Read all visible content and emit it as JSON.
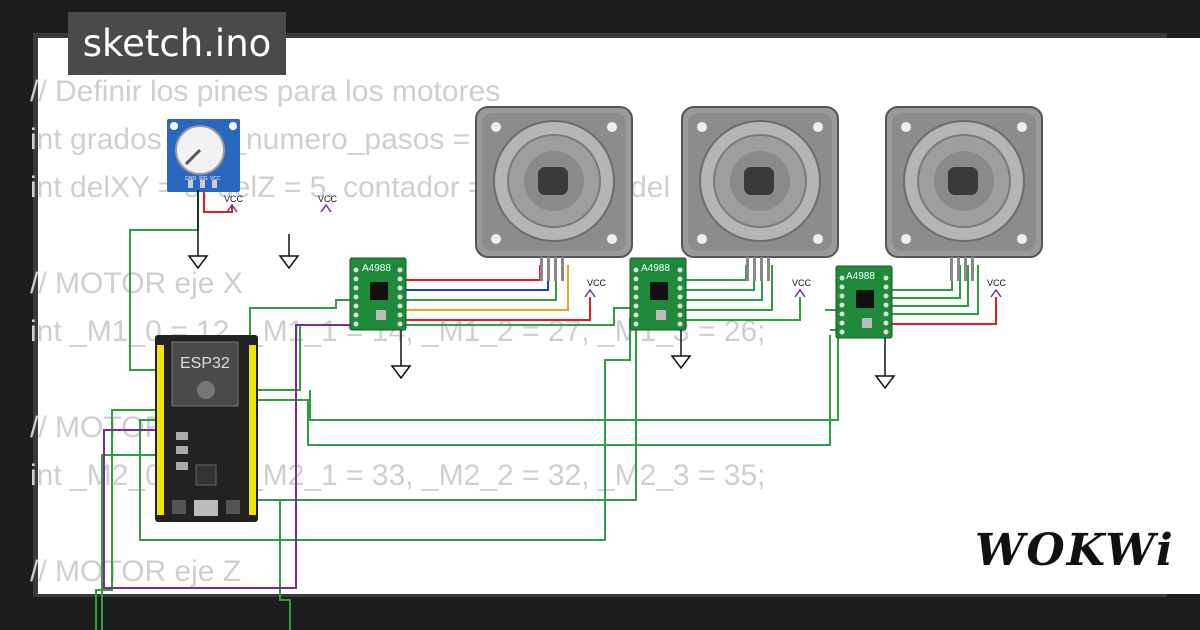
{
  "title": "sketch.ino",
  "code_lines": [
    "// Definir los pines para los motores",
    "int grados = 0, _numero_pasos = 0;",
    "int delXY = 5, delZ = 5, contador = XY pasos del",
    "",
    "// MOTOR eje X",
    "int _M1_0 = 12, _M1_1 = 14, _M1_2 = 27, _M1_3 = 26;",
    "",
    "// MOTOR eje Y",
    "int _M2_0 = 25, _M2_1 = 33, _M2_2 = 32, _M2_3 = 35;",
    "",
    "// MOTOR eje Z"
  ],
  "components": {
    "esp32_label": "ESP32",
    "driver_label": "A4988",
    "vcc_label": "VCC",
    "pot_pins": [
      "GND",
      "SIG",
      "VCC"
    ]
  },
  "logo_text": "WOKWi",
  "colors": {
    "wire_green": "#2e9e3e",
    "wire_red": "#e02020",
    "wire_blue": "#1a3fd0",
    "wire_orange": "#f0a020",
    "wire_purple": "#7a2a9a",
    "pcb_green": "#1e8a3a",
    "esp_board": "#222222"
  }
}
